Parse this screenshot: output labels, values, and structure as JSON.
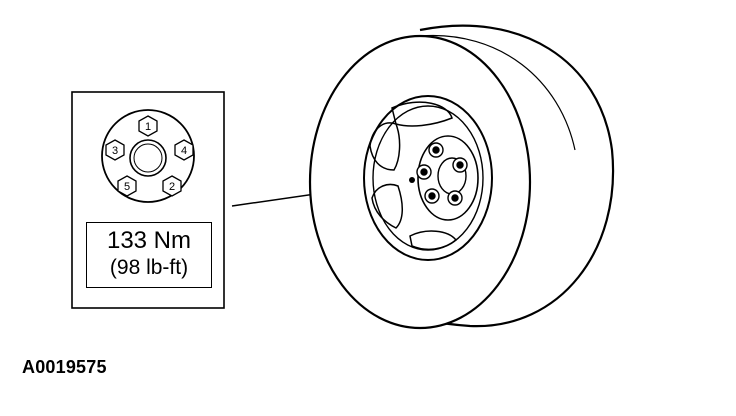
{
  "figure": {
    "id": "A0019575"
  },
  "torque_callout": {
    "torque_nm": "133 Nm",
    "torque_lbft": "(98 lb-ft)"
  },
  "tightening_sequence": [
    {
      "number": "1"
    },
    {
      "number": "2"
    },
    {
      "number": "3"
    },
    {
      "number": "4"
    },
    {
      "number": "5"
    }
  ]
}
